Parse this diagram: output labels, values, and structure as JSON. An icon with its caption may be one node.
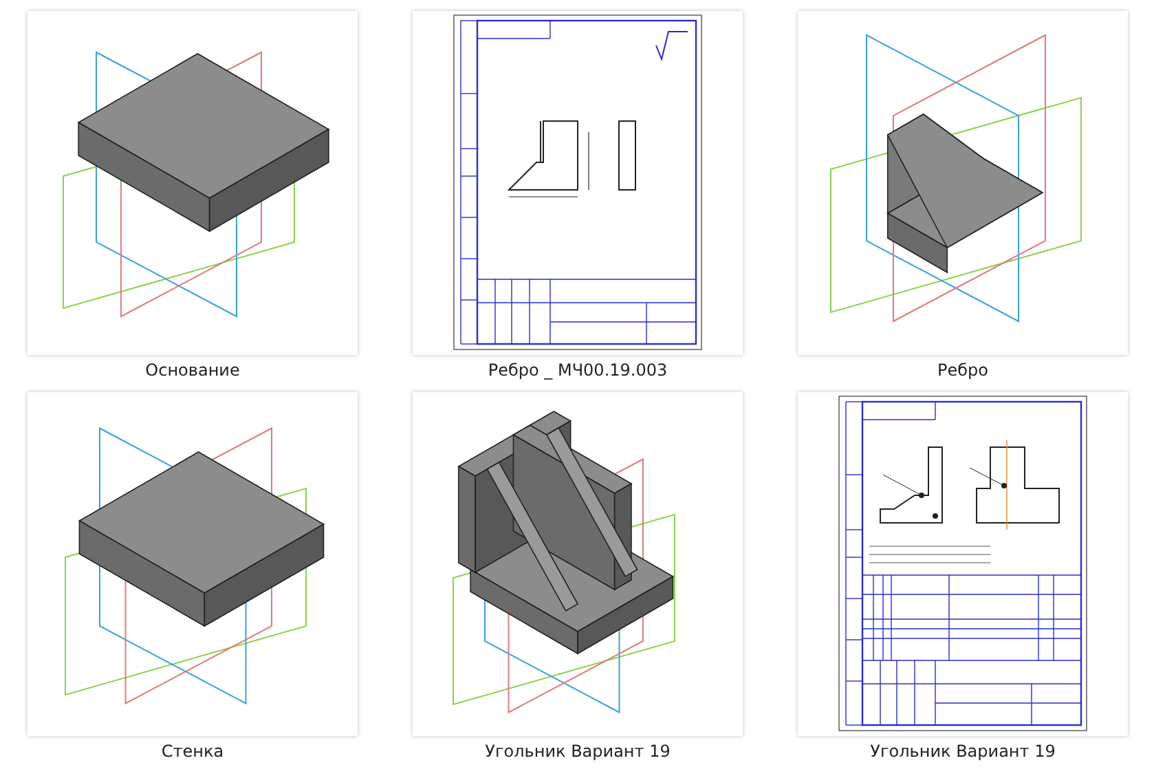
{
  "diagram": {
    "nodes": [
      {
        "text": [],
        "shape": "picture",
        "beside": [
          "Основание"
        ]
      },
      {
        "text": [],
        "shape": "picture",
        "beside": [
          "Ребро _ МЧ00.19.003"
        ]
      },
      {
        "text": [],
        "shape": "picture",
        "beside": [
          "Ребро"
        ]
      },
      {
        "text": [],
        "shape": "picture",
        "beside": [
          "Стенка"
        ]
      },
      {
        "text": [],
        "shape": "picture",
        "beside": [
          "Угольник Вариант 19"
        ]
      },
      {
        "text": [],
        "shape": "picture",
        "beside": [
          "Угольник Вариант 19"
        ]
      }
    ]
  }
}
